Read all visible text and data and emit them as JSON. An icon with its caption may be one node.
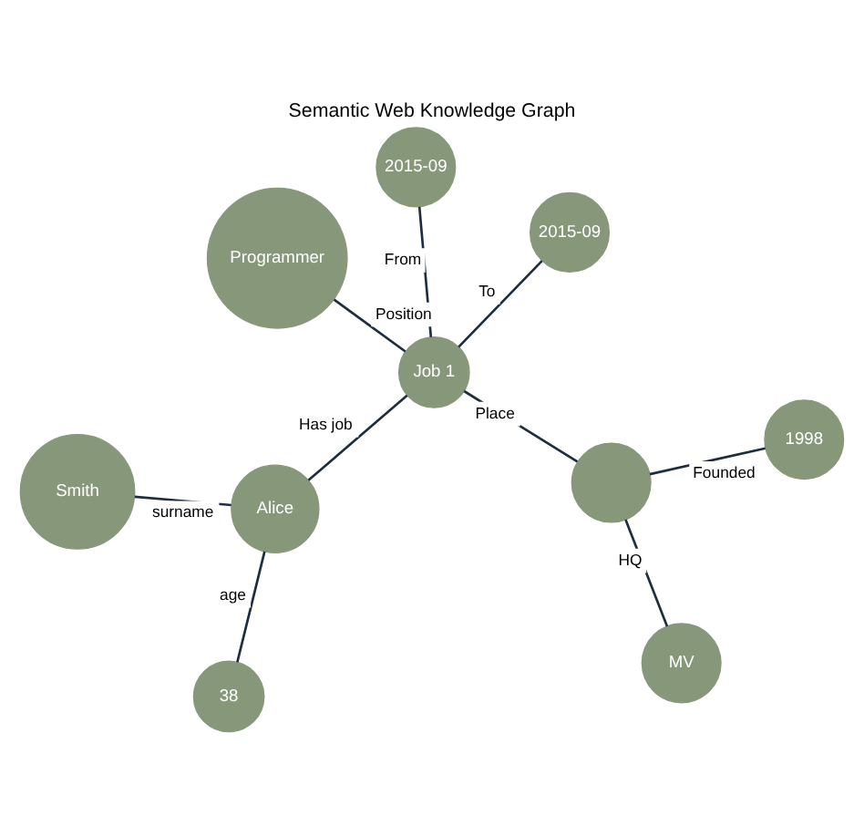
{
  "diagram": {
    "title": "Semantic Web Knowledge Graph",
    "nodes": [
      {
        "text": [
          "Smith"
        ]
      },
      {
        "text": [
          "Alice"
        ]
      },
      {
        "text": [
          "38"
        ]
      },
      {
        "text": [
          "2015-09"
        ]
      },
      {
        "text": [
          "2015-09"
        ]
      },
      {
        "text": [
          "Job 1"
        ]
      },
      {
        "text": [
          "Programmer"
        ]
      },
      {
        "text": [
          "1998"
        ]
      },
      {
        "text": [
          "MV"
        ]
      },
      {
        "text": [],
        "shape": "circle"
      }
    ],
    "edges": [
      {
        "from": 1,
        "to": 0,
        "arrow": "none",
        "label": "surname"
      },
      {
        "from": 1,
        "to": 2,
        "arrow": "none",
        "label": "age"
      },
      {
        "from": 1,
        "to": 5,
        "arrow": "none",
        "label": "Has job"
      },
      {
        "from": 5,
        "to": 3,
        "arrow": "none",
        "label": "From"
      },
      {
        "from": 5,
        "to": 4,
        "arrow": "none",
        "label": "To"
      },
      {
        "from": 5,
        "to": 6,
        "arrow": "none",
        "label": "Position"
      },
      {
        "from": 5,
        "to": 9,
        "arrow": "none",
        "label": "Place"
      },
      {
        "from": 9,
        "to": 7,
        "arrow": "none",
        "label": "Founded"
      },
      {
        "from": 9,
        "to": 8,
        "arrow": "none",
        "label": "HQ"
      }
    ]
  }
}
